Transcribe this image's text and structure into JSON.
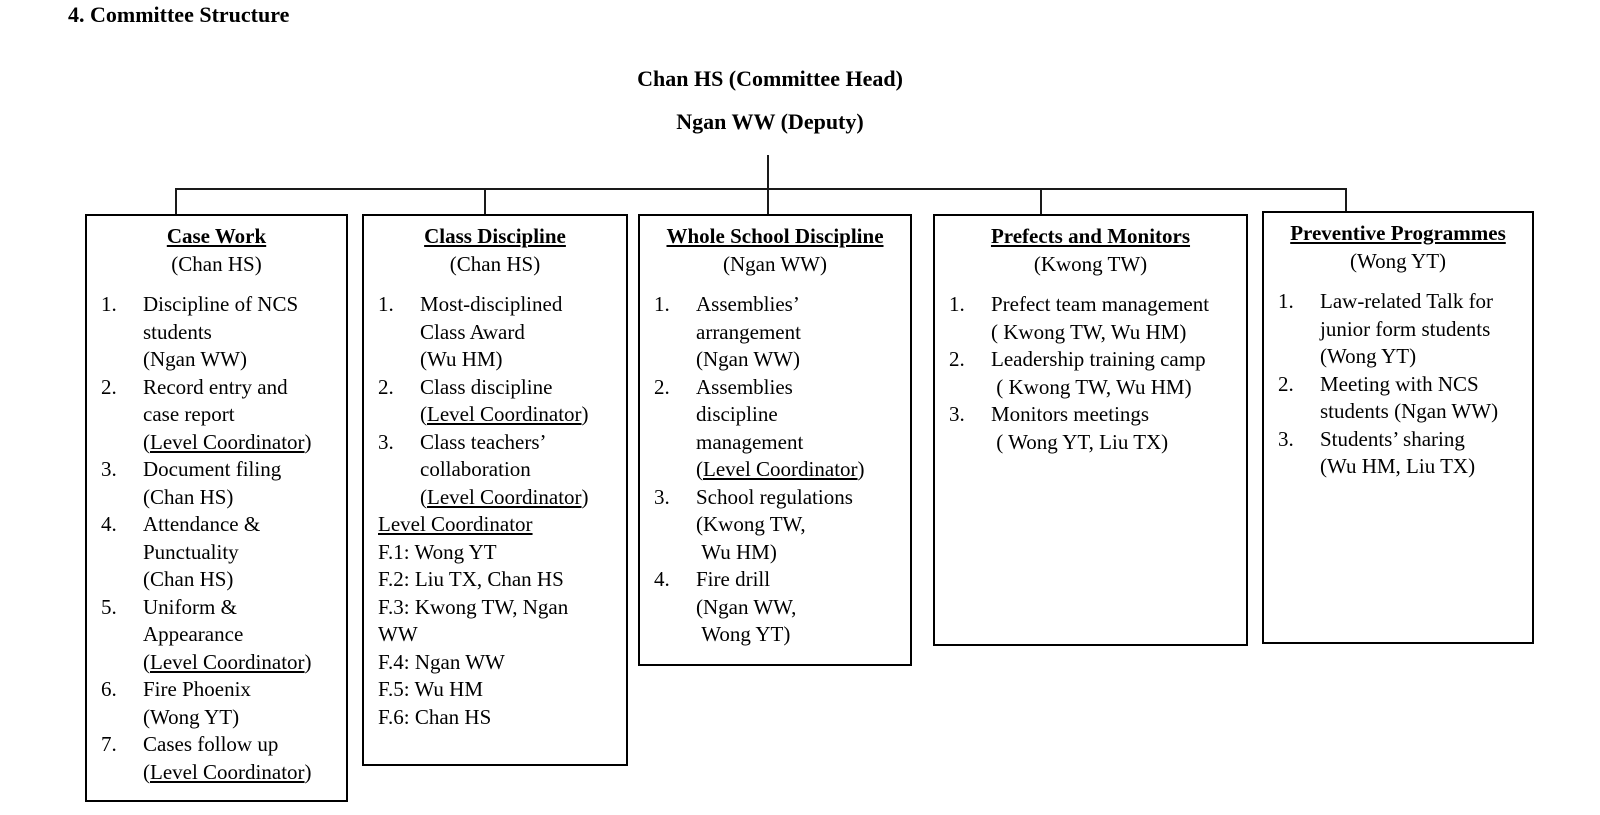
{
  "header": {
    "title": "4. Committee Structure"
  },
  "org_head": {
    "line1": "Chan HS (Committee Head)",
    "line2": "Ngan WW (Deputy)"
  },
  "colors": {
    "text": "#000000",
    "line": "#1a1a1a",
    "background": "#ffffff",
    "box_border": "#000000"
  },
  "boxes": [
    {
      "title": "Case Work",
      "head": "(Chan HS)",
      "items": [
        {
          "num": "1.",
          "lines": [
            [
              "Discipline of NCS"
            ],
            [
              "students"
            ],
            [
              "(Ngan WW)"
            ]
          ]
        },
        {
          "num": "2.",
          "lines": [
            [
              "Record entry and"
            ],
            [
              "case report"
            ],
            [
              "(",
              {
                "u": "Level Coordinator"
              },
              ")"
            ]
          ]
        },
        {
          "num": "3.",
          "lines": [
            [
              "Document filing"
            ],
            [
              "(Chan HS)"
            ]
          ]
        },
        {
          "num": "4.",
          "lines": [
            [
              "Attendance &"
            ],
            [
              "Punctuality"
            ],
            [
              "(Chan HS)"
            ]
          ]
        },
        {
          "num": "5.",
          "lines": [
            [
              "Uniform &"
            ],
            [
              "Appearance"
            ],
            [
              "(",
              {
                "u": "Level Coordinator"
              },
              ")"
            ]
          ]
        },
        {
          "num": "6.",
          "lines": [
            [
              "Fire Phoenix"
            ],
            [
              "(Wong YT)"
            ]
          ]
        },
        {
          "num": "7.",
          "lines": [
            [
              "Cases follow up"
            ],
            [
              "(",
              {
                "u": "Level Coordinator"
              },
              ")"
            ]
          ]
        }
      ],
      "extra": []
    },
    {
      "title": "Class Discipline",
      "head": "(Chan HS)",
      "items": [
        {
          "num": "1.",
          "lines": [
            [
              "Most-disciplined"
            ],
            [
              "Class Award"
            ],
            [
              "(Wu HM)"
            ]
          ]
        },
        {
          "num": "2.",
          "lines": [
            [
              "Class discipline"
            ],
            [
              "(",
              {
                "u": "Level Coordinator"
              },
              ")"
            ]
          ]
        },
        {
          "num": "3.",
          "lines": [
            [
              "Class teachers’"
            ],
            [
              "collaboration"
            ],
            [
              "(",
              {
                "u": "Level Coordinator"
              },
              ")"
            ]
          ]
        }
      ],
      "extra": [
        [
          {
            "u": "Level Coordinator"
          }
        ],
        [
          "F.1: Wong YT"
        ],
        [
          "F.2: Liu TX, Chan HS"
        ],
        [
          "F.3: Kwong TW, Ngan"
        ],
        [
          "WW"
        ],
        [
          "F.4: Ngan WW"
        ],
        [
          "F.5: Wu HM"
        ],
        [
          "F.6: Chan HS"
        ]
      ]
    },
    {
      "title": "Whole School Discipline",
      "head": "(Ngan WW)",
      "items": [
        {
          "num": "1.",
          "lines": [
            [
              "Assemblies’"
            ],
            [
              "arrangement"
            ],
            [
              "(Ngan WW)"
            ]
          ]
        },
        {
          "num": "2.",
          "lines": [
            [
              "Assemblies"
            ],
            [
              "discipline"
            ],
            [
              "management"
            ],
            [
              "(",
              {
                "u": "Level Coordinator"
              },
              ")"
            ]
          ]
        },
        {
          "num": "3.",
          "lines": [
            [
              "School regulations"
            ],
            [
              "(Kwong TW,"
            ],
            [
              " Wu HM)"
            ]
          ]
        },
        {
          "num": "4.",
          "lines": [
            [
              "Fire drill"
            ],
            [
              "(Ngan WW,"
            ],
            [
              " Wong YT)"
            ]
          ]
        }
      ],
      "extra": []
    },
    {
      "title": "Prefects and Monitors",
      "head": "(Kwong TW)",
      "items": [
        {
          "num": "1.",
          "lines": [
            [
              "Prefect team management"
            ],
            [
              "( Kwong TW, Wu HM)"
            ]
          ]
        },
        {
          "num": "2.",
          "lines": [
            [
              "Leadership training camp"
            ],
            [
              " ( Kwong TW, Wu HM)"
            ]
          ]
        },
        {
          "num": "3.",
          "lines": [
            [
              "Monitors meetings"
            ],
            [
              " ( Wong YT, Liu TX)"
            ]
          ]
        }
      ],
      "extra": []
    },
    {
      "title": "Preventive Programmes",
      "head": "(Wong YT)",
      "items": [
        {
          "num": "1.",
          "lines": [
            [
              "Law-related Talk for"
            ],
            [
              "junior form students"
            ],
            [
              "(Wong YT)"
            ]
          ]
        },
        {
          "num": "2.",
          "lines": [
            [
              "Meeting with NCS"
            ],
            [
              "students (Ngan WW)"
            ]
          ]
        },
        {
          "num": "3.",
          "lines": [
            [
              "Students’ sharing"
            ],
            [
              "(Wu HM, Liu TX)"
            ]
          ]
        }
      ],
      "extra": []
    }
  ]
}
